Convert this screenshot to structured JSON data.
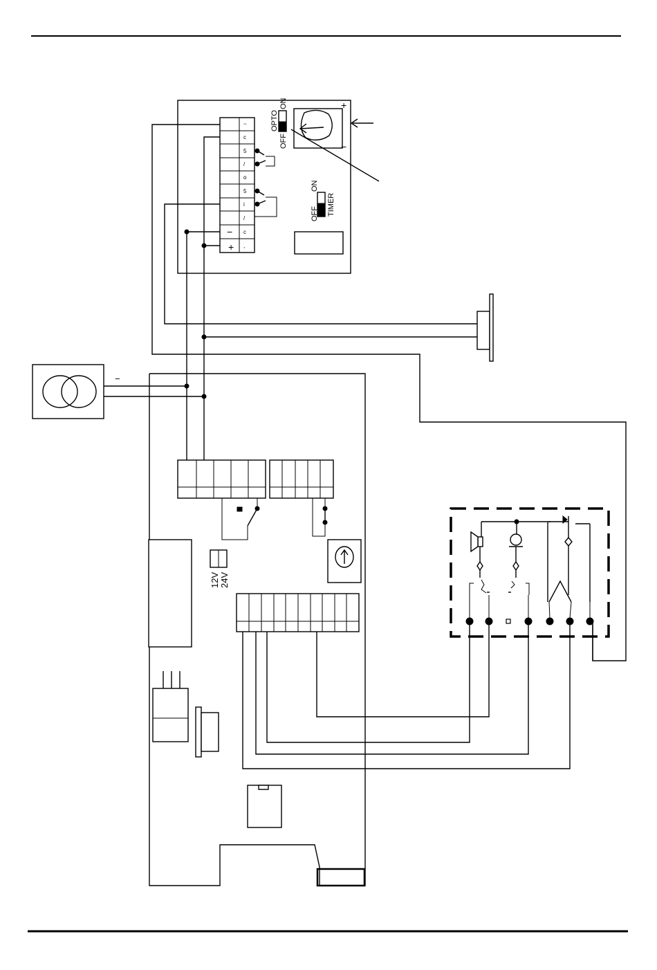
{
  "labels": {
    "opto": "OPTO",
    "opto_on": "ON",
    "opto_off": "OFF",
    "timer": "TIMER",
    "timer_on": "ON",
    "timer_off": "OFF",
    "plus_top": "+",
    "minus_top": "−",
    "terminal_minus": "−",
    "terminal_plus": "+",
    "transformer_minus": "−",
    "v12": "12V",
    "v24": "24V"
  },
  "colors": {
    "line": "#000000",
    "background": "#ffffff"
  }
}
